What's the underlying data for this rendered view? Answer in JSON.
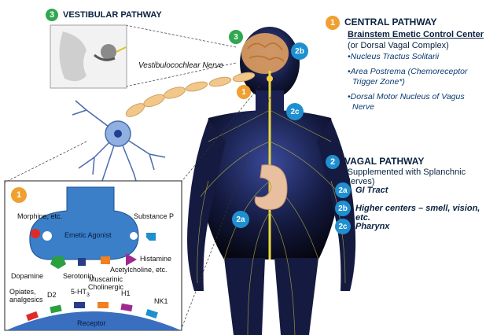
{
  "vestibular": {
    "badge": "3",
    "title": "VESTIBULAR PATHWAY",
    "nerve_label": "Vestibulocochlear Nerve"
  },
  "central": {
    "badge": "1",
    "title": "CENTRAL PATHWAY",
    "subtitle": "Brainstem Emetic Control Center",
    "paren": "(or Dorsal Vagal Complex)",
    "items": [
      "•Nucleus Tractus Solitarii",
      "•Area Postrema (Chemoreceptor",
      "Trigger Zone*)",
      "•Dorsal Motor Nucleus of Vagus",
      "Nerve"
    ]
  },
  "vagal": {
    "badge": "2",
    "title": "VAGAL PATHWAY",
    "subtitle": "(Supplemented with Splanchnic Nerves)",
    "items": [
      {
        "badge": "2a",
        "label": "GI Tract"
      },
      {
        "badge": "2b",
        "label": "Higher centers – smell, vision, etc."
      },
      {
        "badge": "2c",
        "label": "Pharynx"
      }
    ]
  },
  "body_badges": {
    "b3": "3",
    "b2b": "2b",
    "b1": "1",
    "b2c": "2c",
    "b2a": "2a"
  },
  "inset": {
    "badge": "1",
    "agonist": "Emetic Agonist",
    "morphine": "Morphine, etc.",
    "substance_p": "Substance P",
    "histamine": "Histamine",
    "acetylcholine": "Acetylcholine, etc.",
    "dopamine": "Dopamine",
    "serotonin": "Serotonin",
    "muscarinic1": "Muscarinic",
    "muscarinic2": "Cholinergic",
    "opiates1": "Opiates,",
    "opiates2": "analgesics",
    "d2": "D2",
    "ht3_main": "5-HT",
    "ht3_sub": "3",
    "h1": "H1",
    "nk1": "NK1",
    "receptor": "Receptor"
  },
  "colors": {
    "orange": "#f0a030",
    "green": "#2fa84f",
    "blue": "#1f8fd0",
    "agonist": "#3a7fc8",
    "morphine": "#e02a2a",
    "dopamine": "#2aa040",
    "serotonin": "#283c8c",
    "acetylcholine": "#f08020",
    "histamine": "#a02a8c",
    "substance_p": "#1f8fd0"
  }
}
